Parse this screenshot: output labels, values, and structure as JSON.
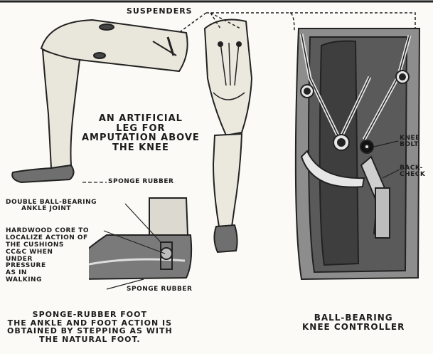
{
  "labels": {
    "suspenders": "SUSPENDERS",
    "artificial_leg": [
      "AN ARTIFICIAL",
      "LEG FOR",
      "AMPUTATION ABOVE",
      "THE KNEE"
    ],
    "sponge_rubber_top": "SPONGE RUBBER",
    "double_ball_bearing": [
      "DOUBLE BALL-BEARING",
      "ANKLE JOINT"
    ],
    "hardwood_core": [
      "HARDWOOD CORE TO",
      "LOCALIZE ACTION OF",
      "THE CUSHIONS",
      "CC&C WHEN",
      "UNDER",
      "PRESSURE",
      "AS IN",
      "WALKING"
    ],
    "sponge_rubber_bottom": "SPONGE RUBBER",
    "knee_bolt": [
      "KNEE",
      "BOLT"
    ],
    "back_check": [
      "BACK-",
      "CHECK"
    ],
    "sponge_rubber_foot_caption": [
      "SPONGE-RUBBER FOOT",
      "THE ANKLE AND FOOT ACTION IS",
      "OBTAINED BY STEPPING AS WITH",
      "THE NATURAL FOOT."
    ],
    "ball_bearing_caption": [
      "BALL-BEARING",
      "KNEE CONTROLLER"
    ]
  }
}
